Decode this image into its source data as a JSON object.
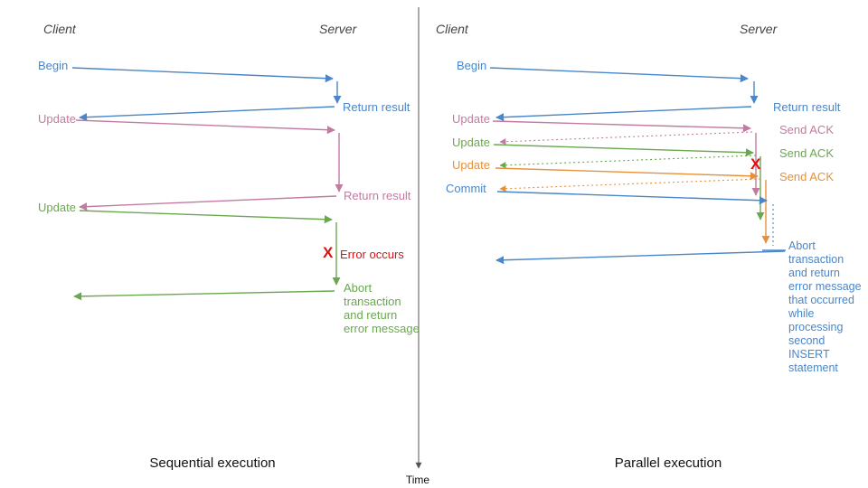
{
  "colors": {
    "blue": "#4a86c8",
    "pink": "#c27ba0",
    "green": "#6aa84f",
    "orange": "#e69138",
    "red": "#dd1111",
    "axis": "#555555"
  },
  "time_axis": {
    "label": "Time"
  },
  "left": {
    "caption": "Sequential execution",
    "client_header": "Client",
    "server_header": "Server",
    "labels": {
      "begin": "Begin",
      "return_result1": "Return result",
      "update1": "Update",
      "return_result2": "Return result",
      "update2": "Update",
      "x_mark": "X",
      "error": "Error occurs",
      "abort": "Abort\ntransaction\nand return\nerror message"
    }
  },
  "right": {
    "caption": "Parallel execution",
    "client_header": "Client",
    "server_header": "Server",
    "labels": {
      "begin": "Begin",
      "return_result": "Return result",
      "update1": "Update",
      "send_ack1": "Send ACK",
      "update2": "Update",
      "send_ack2": "Send ACK",
      "update3": "Update",
      "send_ack3": "Send ACK",
      "commit": "Commit",
      "x_mark": "X",
      "abort": "Abort\ntransaction\nand return\nerror message\nthat occurred\nwhile\nprocessing\nsecond\nINSERT\nstatement"
    }
  }
}
